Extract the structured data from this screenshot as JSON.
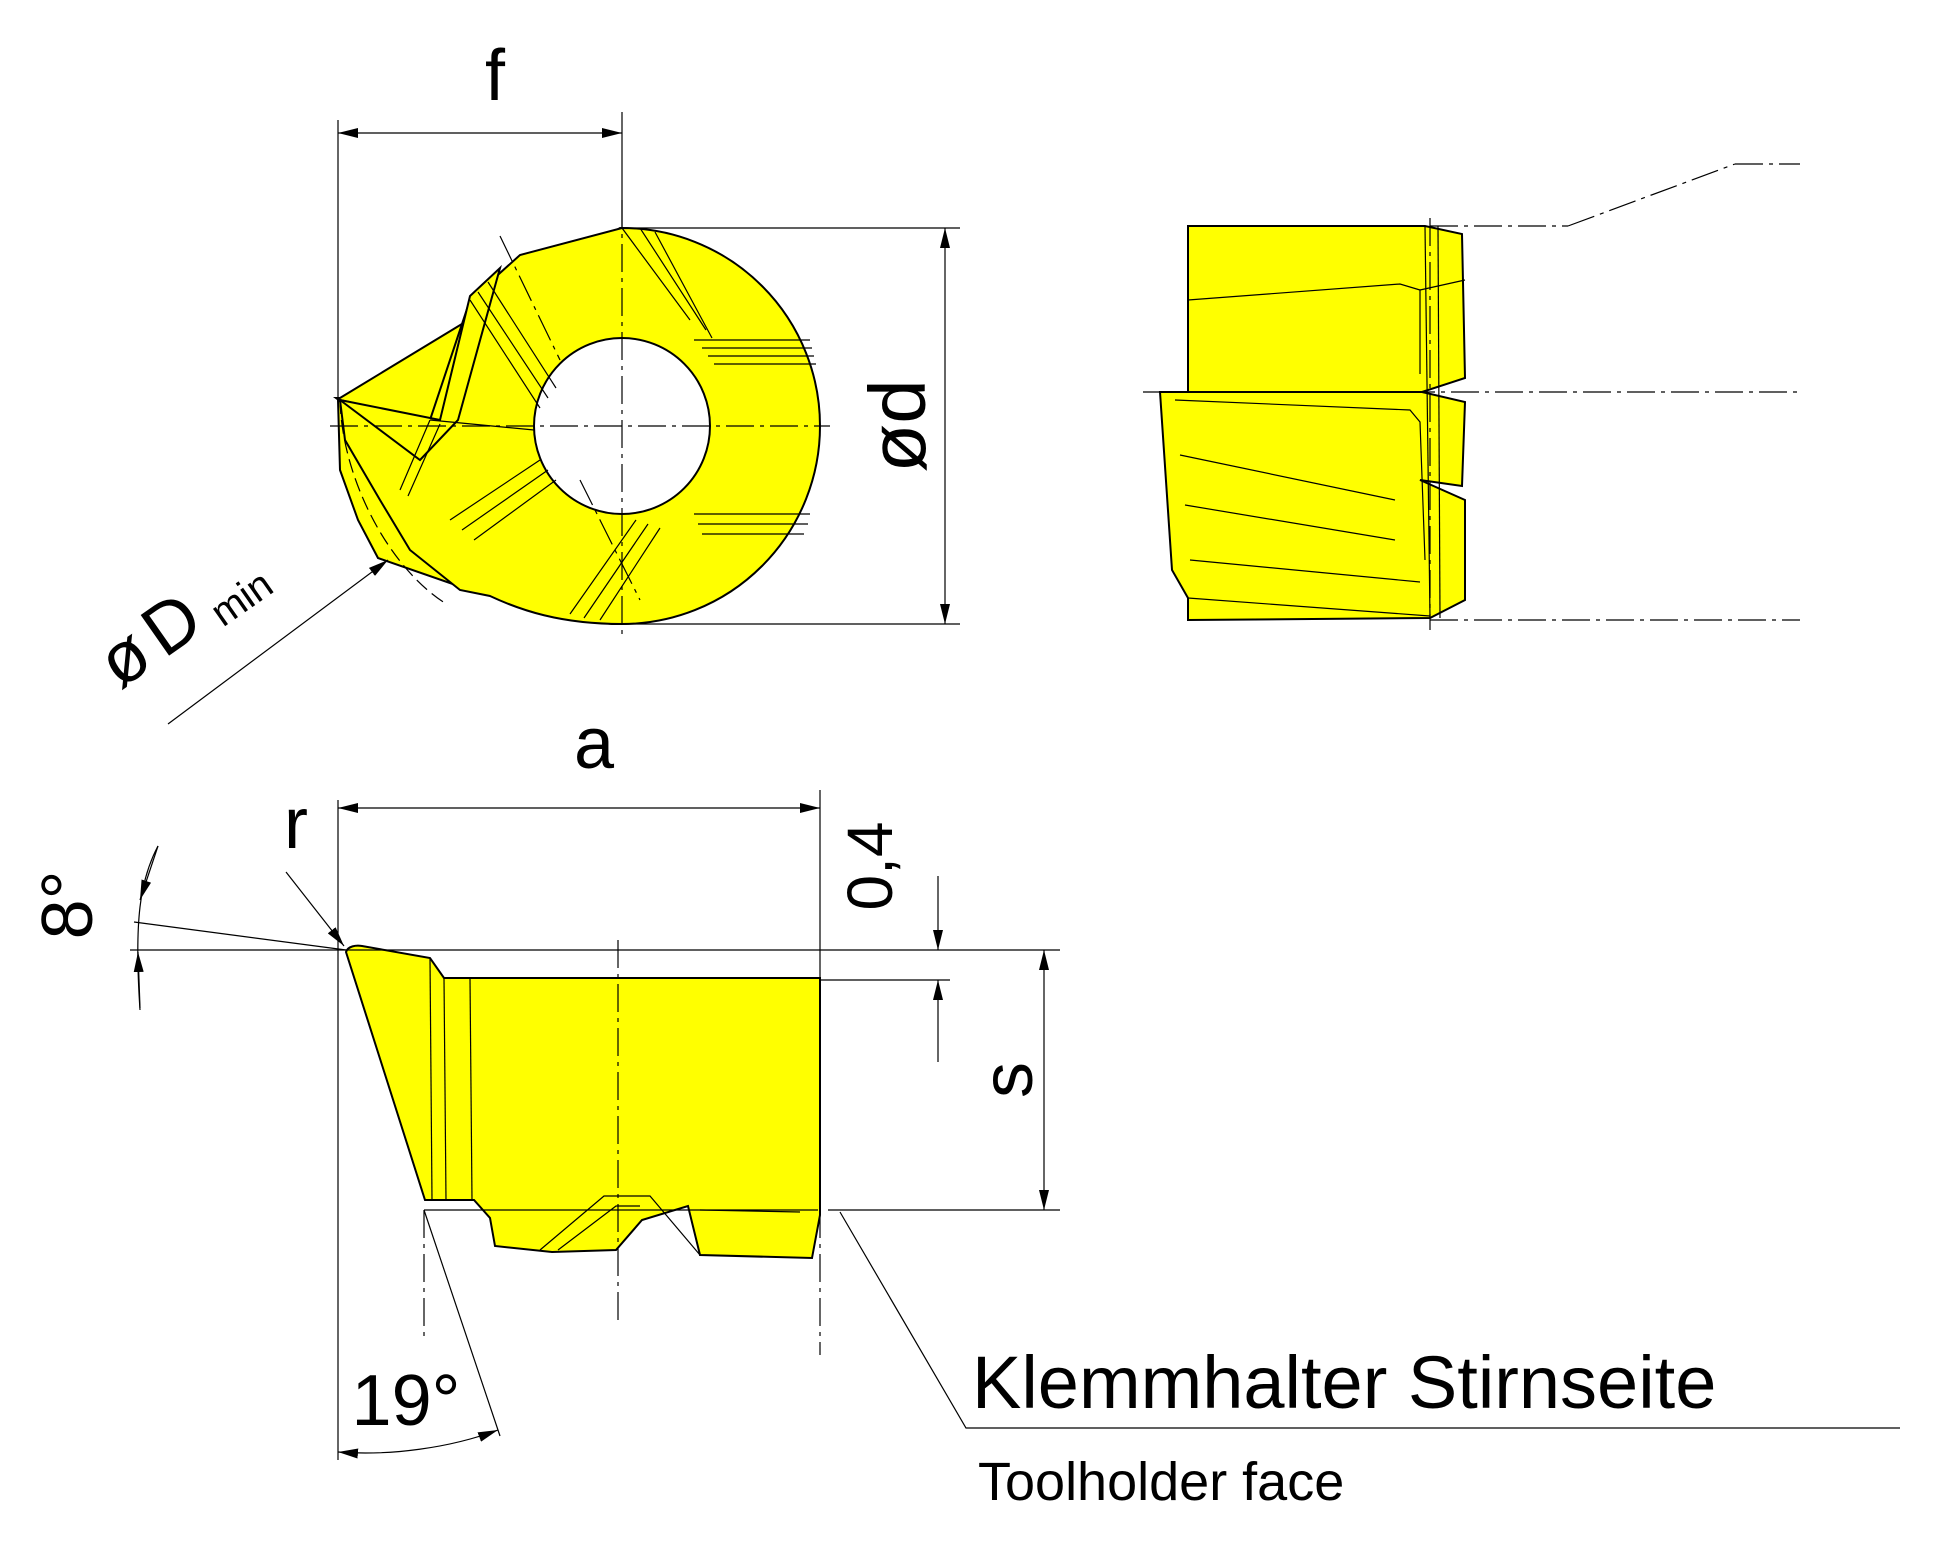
{
  "colors": {
    "insert_fill": "#ffff00",
    "line": "#000000",
    "background": "#ffffff"
  },
  "labels": {
    "f": "f",
    "od": "ød",
    "d_min_symbol": "ø",
    "d_min_letter": "D",
    "d_min_sub": "min",
    "a": "a",
    "r": "r",
    "angle_8": "8°",
    "zero_four": "0,4",
    "s": "s",
    "angle_19": "19°",
    "holder_de": "Klemmhalter Stirnseite",
    "holder_en": "Toolholder face"
  }
}
